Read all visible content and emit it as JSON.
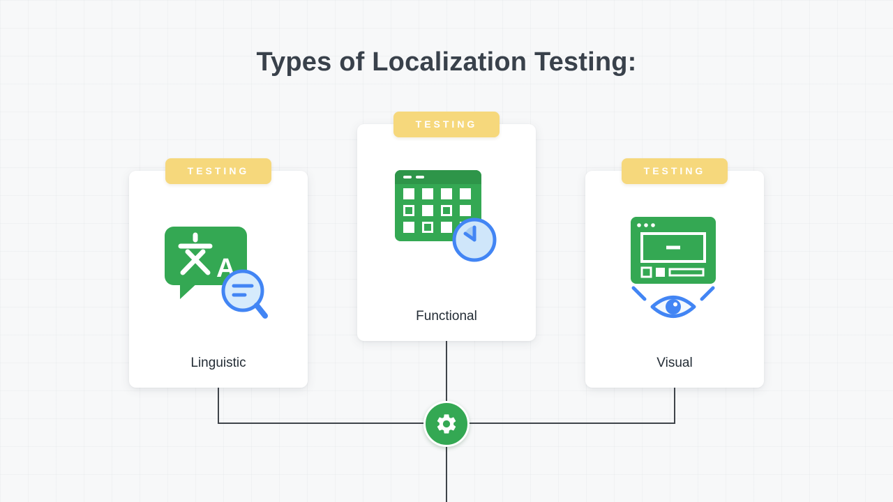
{
  "title": "Types of Localization Testing:",
  "cards": [
    {
      "badge": "TESTING",
      "label": "Linguistic",
      "icon": "translate-magnifier-icon",
      "icon_letter": "A"
    },
    {
      "badge": "TESTING",
      "label": "Functional",
      "icon": "calendar-clock-icon"
    },
    {
      "badge": "TESTING",
      "label": "Visual",
      "icon": "browser-eye-icon"
    }
  ],
  "hub": {
    "icon": "gear-icon"
  },
  "colors": {
    "background": "#f7f8f9",
    "card": "#ffffff",
    "badge_bg": "#f6d87c",
    "badge_text": "#ffffff",
    "title": "#39414b",
    "label": "#232c35",
    "green": "#34a853",
    "blue": "#4285f4",
    "light_blue": "#d6ebfc",
    "connector": "#3f444a"
  }
}
